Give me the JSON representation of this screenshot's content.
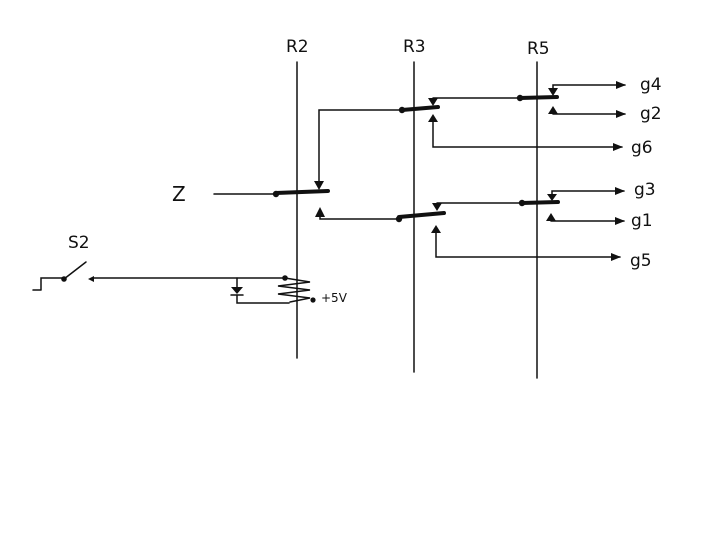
{
  "relays": [
    {
      "id": "R2",
      "label": "R2"
    },
    {
      "id": "R3",
      "label": "R3"
    },
    {
      "id": "R5",
      "label": "R5"
    }
  ],
  "input": {
    "label": "Z"
  },
  "switch": {
    "label": "S2"
  },
  "supply": {
    "label": "+5V"
  },
  "outputs": [
    {
      "id": "g4",
      "label": "g4"
    },
    {
      "id": "g2",
      "label": "g2"
    },
    {
      "id": "g6",
      "label": "g6"
    },
    {
      "id": "g3",
      "label": "g3"
    },
    {
      "id": "g1",
      "label": "g1"
    },
    {
      "id": "g5",
      "label": "g5"
    }
  ],
  "style": {
    "ink": "#111111",
    "background": "#ffffff"
  }
}
